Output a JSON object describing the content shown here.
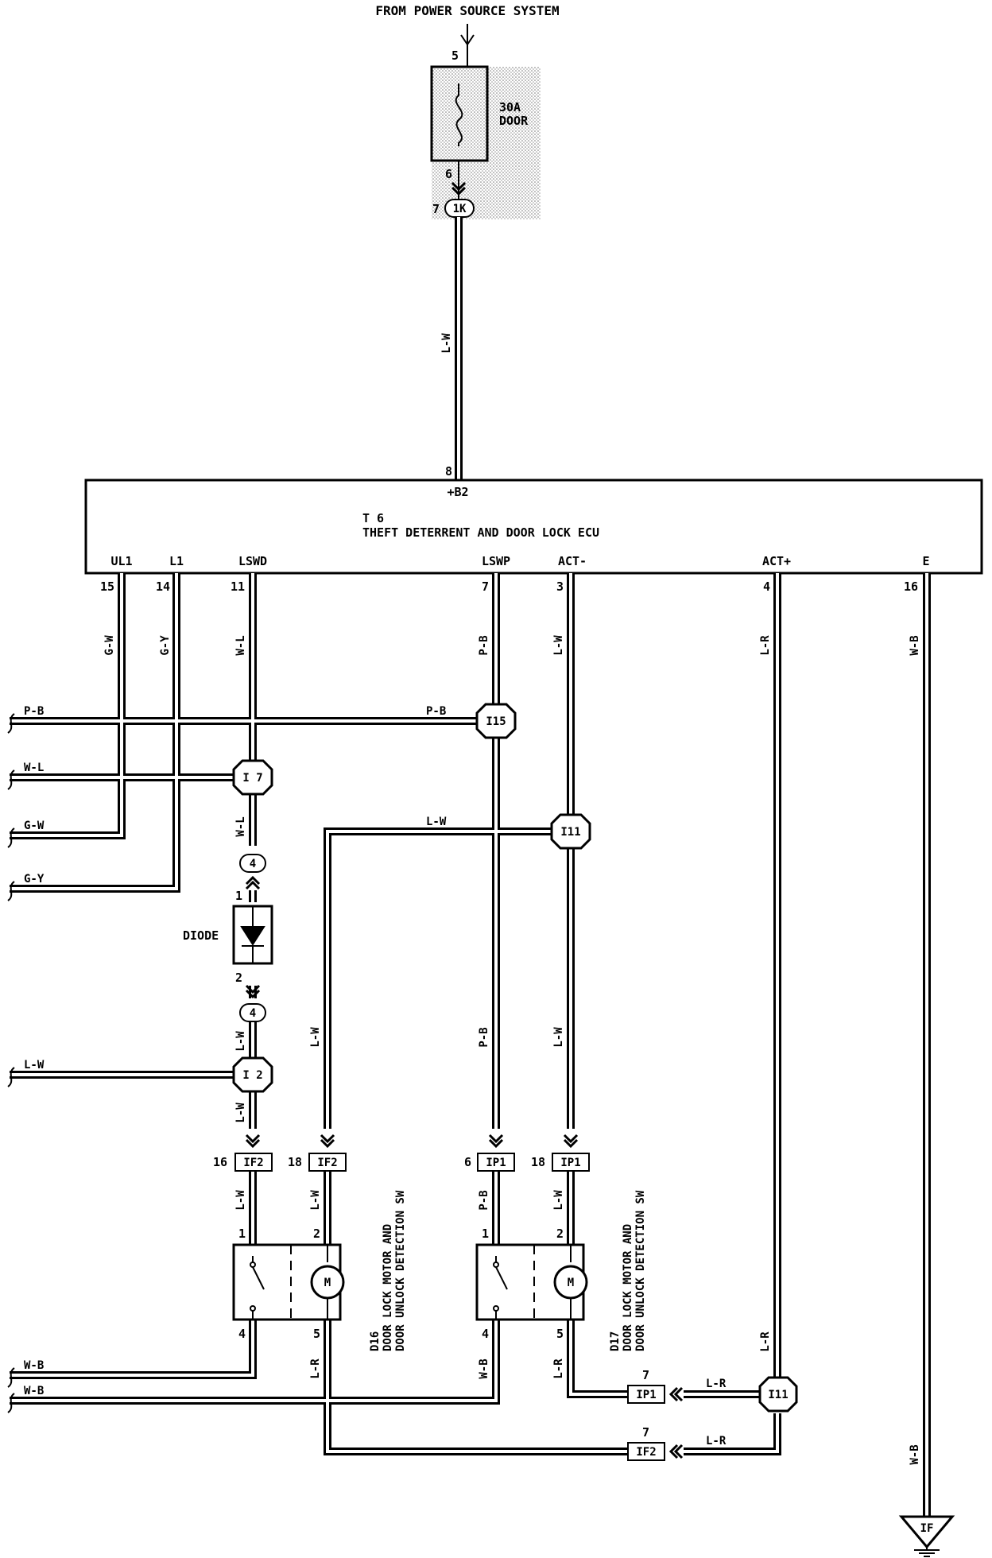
{
  "header": "FROM POWER SOURCE SYSTEM",
  "fuse": {
    "pin_in": "5",
    "pin_out": "6",
    "rating": "30A",
    "name": "DOOR",
    "connector_pin": "7",
    "connector": "1K"
  },
  "wires": {
    "power_feed": "L-W",
    "ul1": "G-W",
    "l1": "G-Y",
    "lswd": "W-L",
    "lswp": "P-B",
    "act_minus": "L-W",
    "act_plus": "L-R",
    "e": "W-B",
    "pb_left": "P-B",
    "pb_mid": "P-B",
    "wl_left": "W-L",
    "gw_left": "G-W",
    "gy_left": "G-Y",
    "lw_cross": "L-W",
    "wl_below": "W-L",
    "lw_diode_low": "L-W",
    "lw_left": "L-W",
    "lw_i2_low": "L-W",
    "lw_d16_in": "L-W",
    "pb_d17_in": "P-B",
    "lw_d17_in": "L-W",
    "lw_d16_pin1": "L-W",
    "lw_d16_pin2": "L-W",
    "pb_d17_pin1": "P-B",
    "lw_d17_pin2": "L-W",
    "wb_1": "W-B",
    "wb_2": "W-B",
    "lr_d16": "L-R",
    "wb_d17": "W-B",
    "lr_d17": "L-R",
    "lr_ip1": "L-R",
    "lr_if2": "L-R",
    "lr_act": "L-R",
    "wb_ground": "W-B"
  },
  "ecu": {
    "input_pin": "8",
    "input_name": "+B2",
    "code": "T 6",
    "name": "THEFT DETERRENT AND DOOR LOCK ECU",
    "terminals": [
      {
        "name": "UL1",
        "pin": "15"
      },
      {
        "name": "L1",
        "pin": "14"
      },
      {
        "name": "LSWD",
        "pin": "11"
      },
      {
        "name": "LSWP",
        "pin": "7"
      },
      {
        "name": "ACT-",
        "pin": "3"
      },
      {
        "name": "ACT+",
        "pin": "4"
      },
      {
        "name": "E",
        "pin": "16"
      }
    ]
  },
  "junctions": {
    "i15": "I15",
    "i7": "I 7",
    "i11_top": "I11",
    "i2": "I 2",
    "i11_bot": "I11"
  },
  "diode": {
    "label": "DIODE",
    "conn_top": "4",
    "conn_bottom": "4",
    "pin_top": "1",
    "pin_bottom": "2"
  },
  "connectors": {
    "if2_a": {
      "pin": "16",
      "name": "IF2"
    },
    "if2_b": {
      "pin": "18",
      "name": "IF2"
    },
    "ip1_a": {
      "pin": "6",
      "name": "IP1"
    },
    "ip1_b": {
      "pin": "18",
      "name": "IP1"
    },
    "ip1_c": {
      "pin": "7",
      "name": "IP1"
    },
    "if2_c": {
      "pin": "7",
      "name": "IF2"
    }
  },
  "d16": {
    "code": "D16",
    "line1": "DOOR LOCK MOTOR AND",
    "line2": "DOOR UNLOCK DETECTION SW",
    "pins": [
      "1",
      "2",
      "4",
      "5"
    ],
    "motor": "M"
  },
  "d17": {
    "code": "D17",
    "line1": "DOOR LOCK MOTOR AND",
    "line2": "DOOR UNLOCK DETECTION SW",
    "pins": [
      "1",
      "2",
      "4",
      "5"
    ],
    "motor": "M"
  },
  "ground": "IF"
}
